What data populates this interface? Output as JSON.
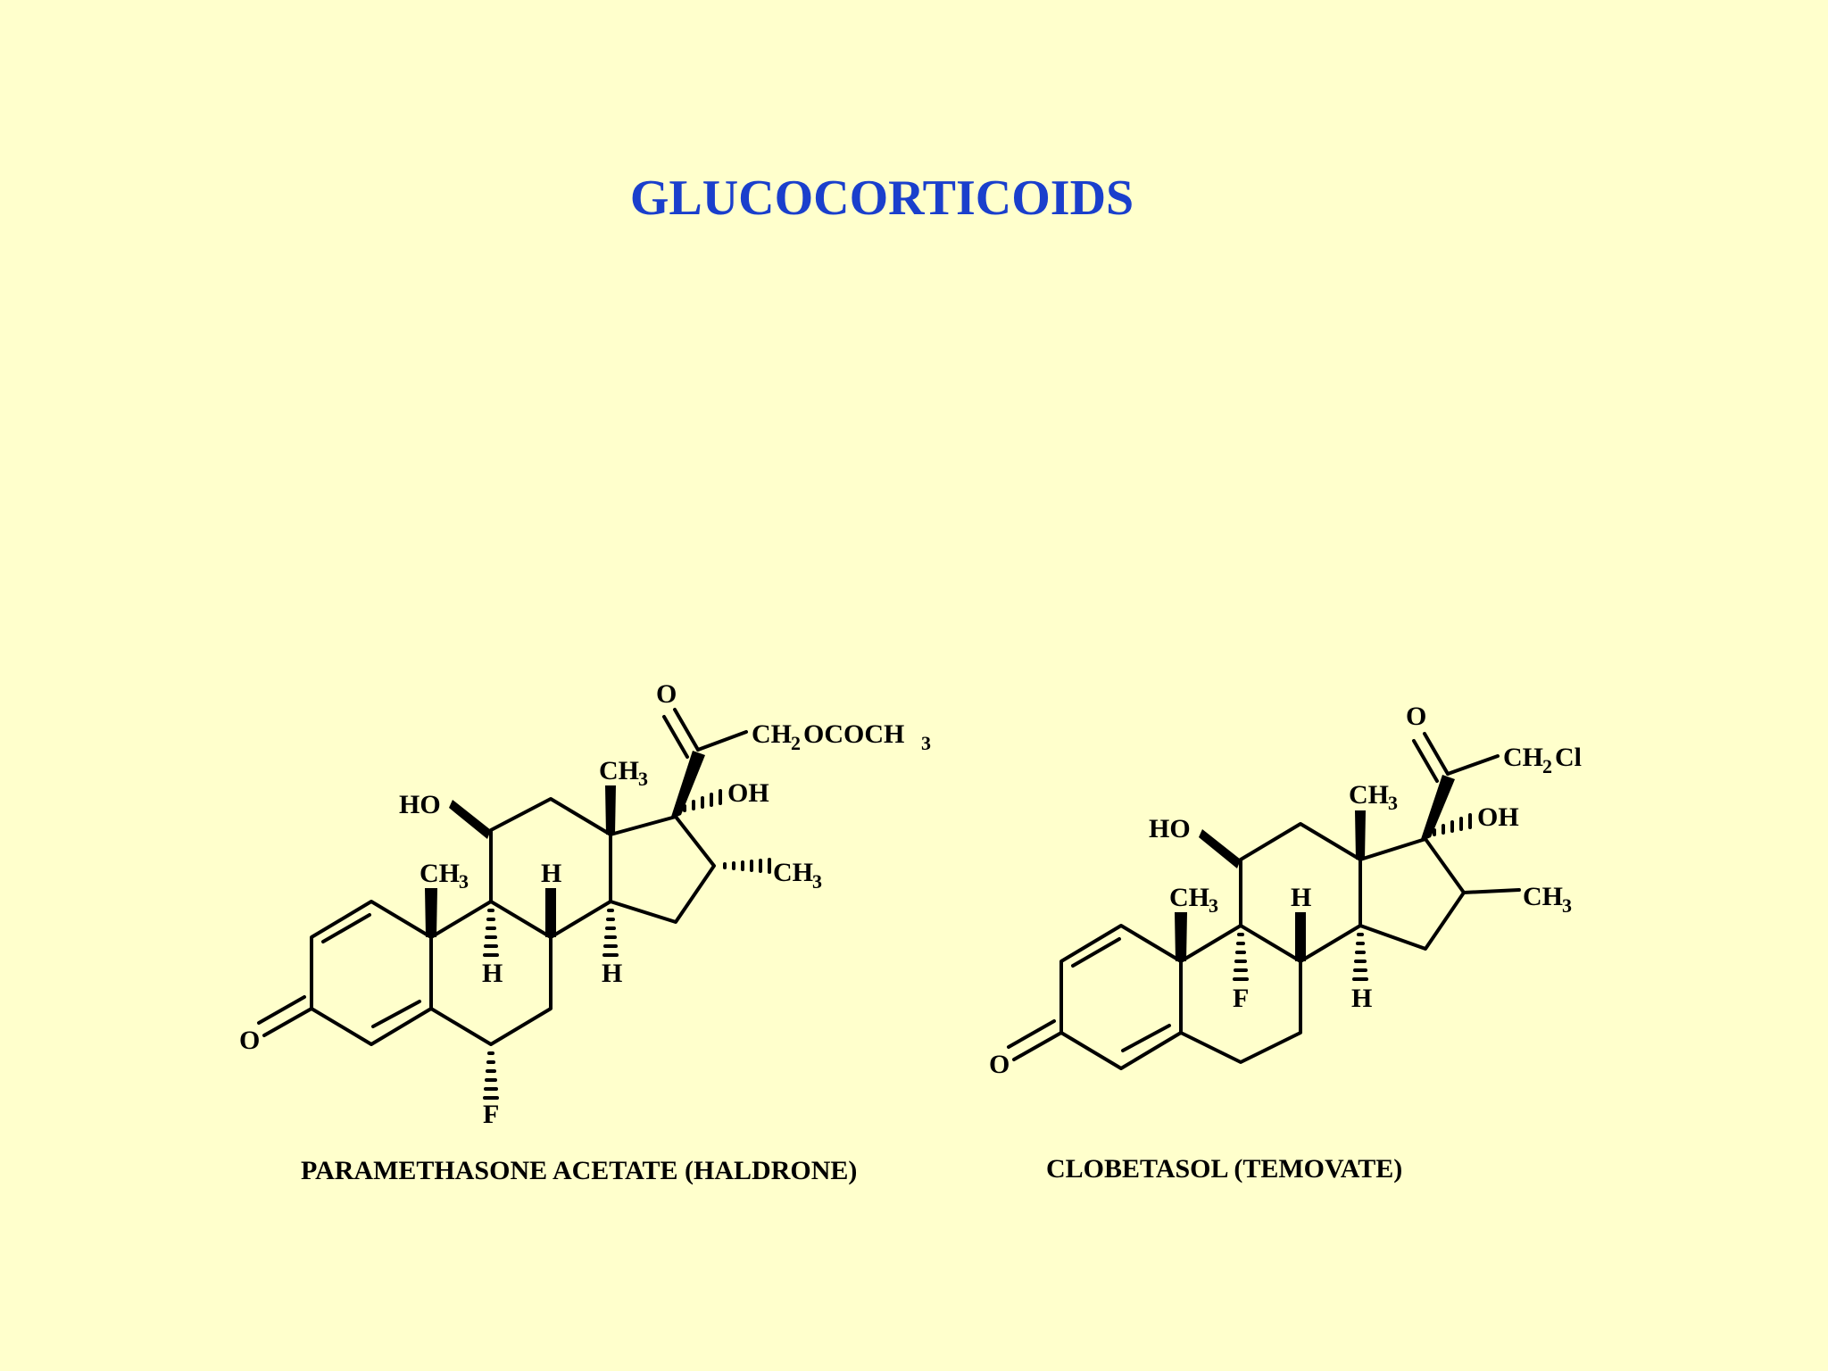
{
  "title": "GLUCOCORTICOIDS",
  "colors": {
    "background": "#ffffcc",
    "title": "#1a3fcc"
  },
  "molecules": [
    {
      "name": "PARAMETHASONE ACETATE (HALDRONE)",
      "labels": {
        "carbonyl_o": "O",
        "ketone_o": "O",
        "side_chain_ch2": "CH",
        "side_chain_sub2": "2",
        "side_chain_rest": "OCOCH",
        "side_chain_sub3": "3",
        "oh17": "OH",
        "ho11": "HO",
        "ch3_18": "CH",
        "ch3_18_sub": "3",
        "ch3_19": "CH",
        "ch3_19_sub": "3",
        "ch3_16": "CH",
        "ch3_16_sub": "3",
        "h8": "H",
        "h9": "H",
        "h14": "H",
        "f6": "F"
      }
    },
    {
      "name": "CLOBETASOL (TEMOVATE)",
      "labels": {
        "carbonyl_o": "O",
        "ketone_o": "O",
        "side_chain_ch2": "CH",
        "side_chain_sub2": "2",
        "side_chain_rest": "Cl",
        "oh17": "OH",
        "ho11": "HO",
        "ch3_18": "CH",
        "ch3_18_sub": "3",
        "ch3_19": "CH",
        "ch3_19_sub": "3",
        "ch3_16": "CH",
        "ch3_16_sub": "3",
        "h8": "H",
        "f9": "F",
        "h14": "H"
      }
    }
  ]
}
